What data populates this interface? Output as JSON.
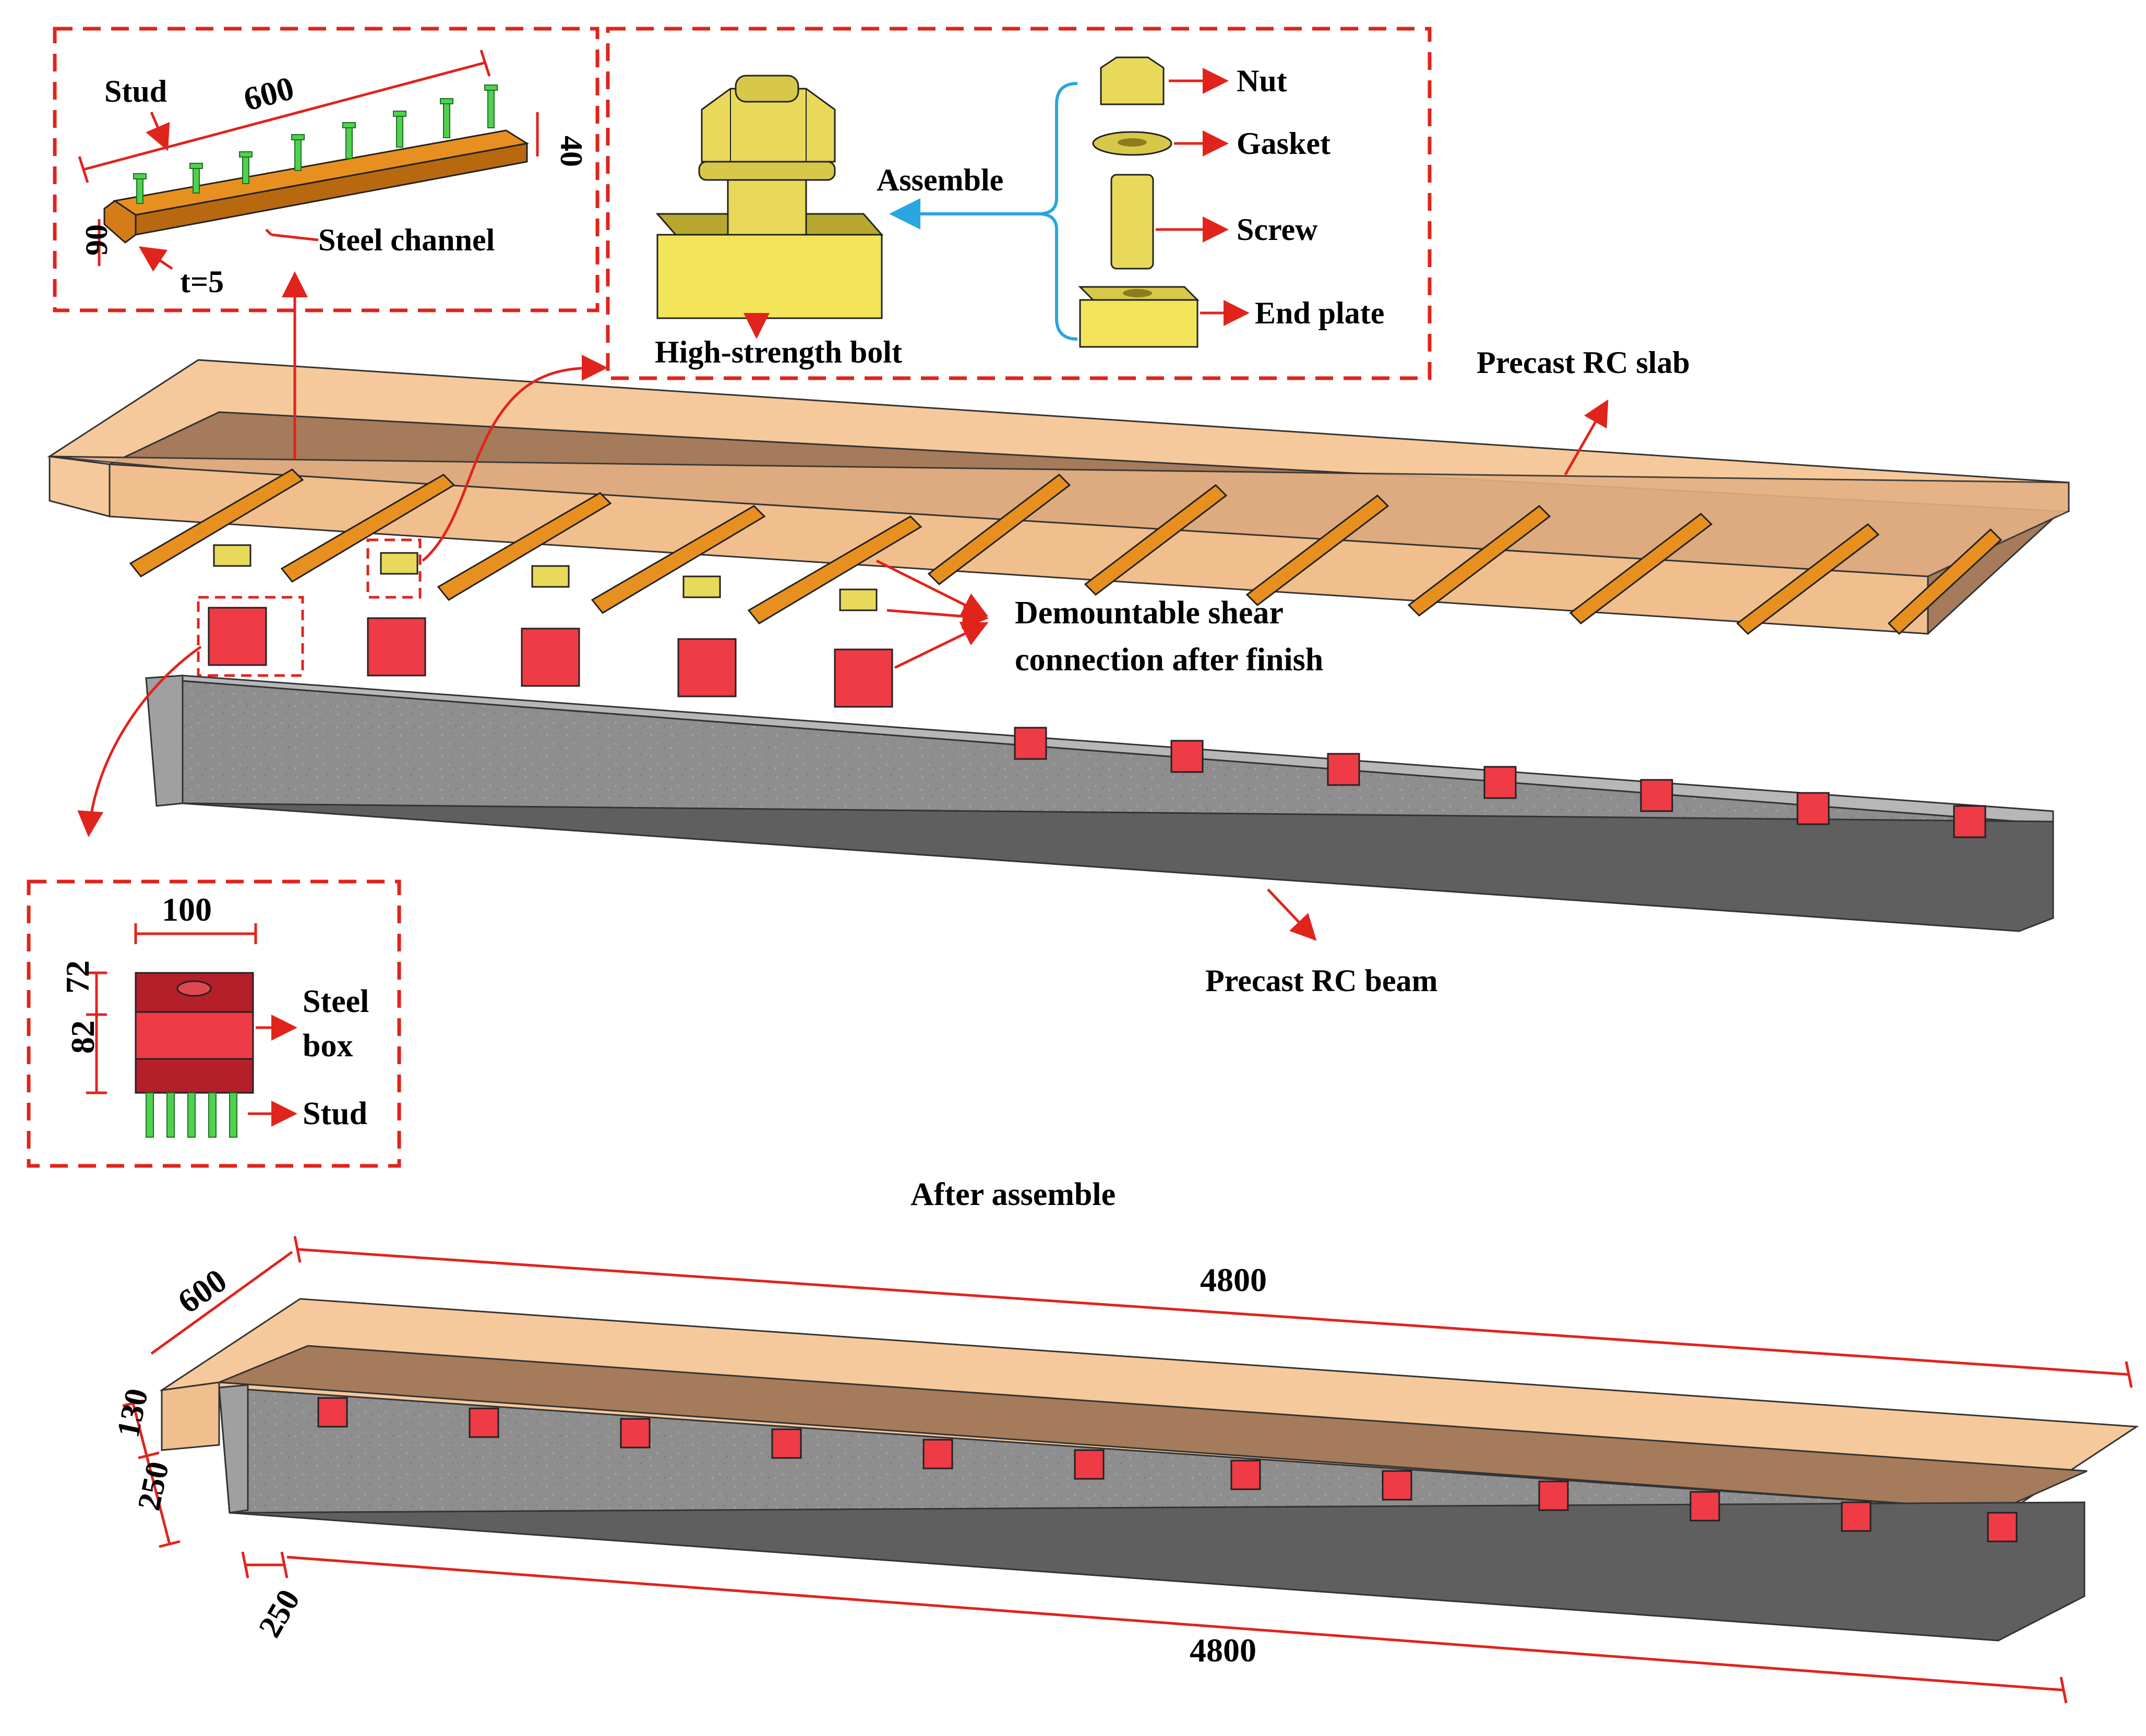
{
  "colors": {
    "slab_top": "#f5c99b",
    "slab_underside": "#a57b5b",
    "slab_edge": "#e4b184",
    "beam_top": "#b7b7b7",
    "beam_front": "#8e8e8e",
    "beam_bottom": "#5f5f5f",
    "channel": "#e8901f",
    "channel_dark": "#b8680e",
    "stud": "#4fd14f",
    "bolt": "#e8d95a",
    "bolt_dark": "#b7a72f",
    "box_red": "#ee3b45",
    "box_dark": "#b41f2a",
    "arrow_red": "#e0241c",
    "dash_red": "#e0241c",
    "bracket_blue": "#29a6e0"
  },
  "channel_detail": {
    "stud": "Stud",
    "length": "600",
    "height": "40",
    "width": "90",
    "thickness": "t=5",
    "channel": "Steel channel"
  },
  "bolt_detail": {
    "assemble": "Assemble",
    "nut": "Nut",
    "gasket": "Gasket",
    "screw": "Screw",
    "end_plate": "End plate",
    "bolt": "High-strength bolt"
  },
  "box_detail": {
    "width": "100",
    "dim_upper": "72",
    "dim_lower": "82",
    "box_line1": "Steel",
    "box_line2": "box",
    "stud": "Stud"
  },
  "labels": {
    "slab": "Precast RC slab",
    "beam": "Precast RC beam",
    "connection_line1": "Demountable shear",
    "connection_line2": "connection after finish",
    "after": "After assemble"
  },
  "assembled": {
    "slab_length": "4800",
    "slab_width": "600",
    "slab_height": "130",
    "beam_height": "250",
    "beam_width": "250",
    "beam_length": "4800"
  }
}
